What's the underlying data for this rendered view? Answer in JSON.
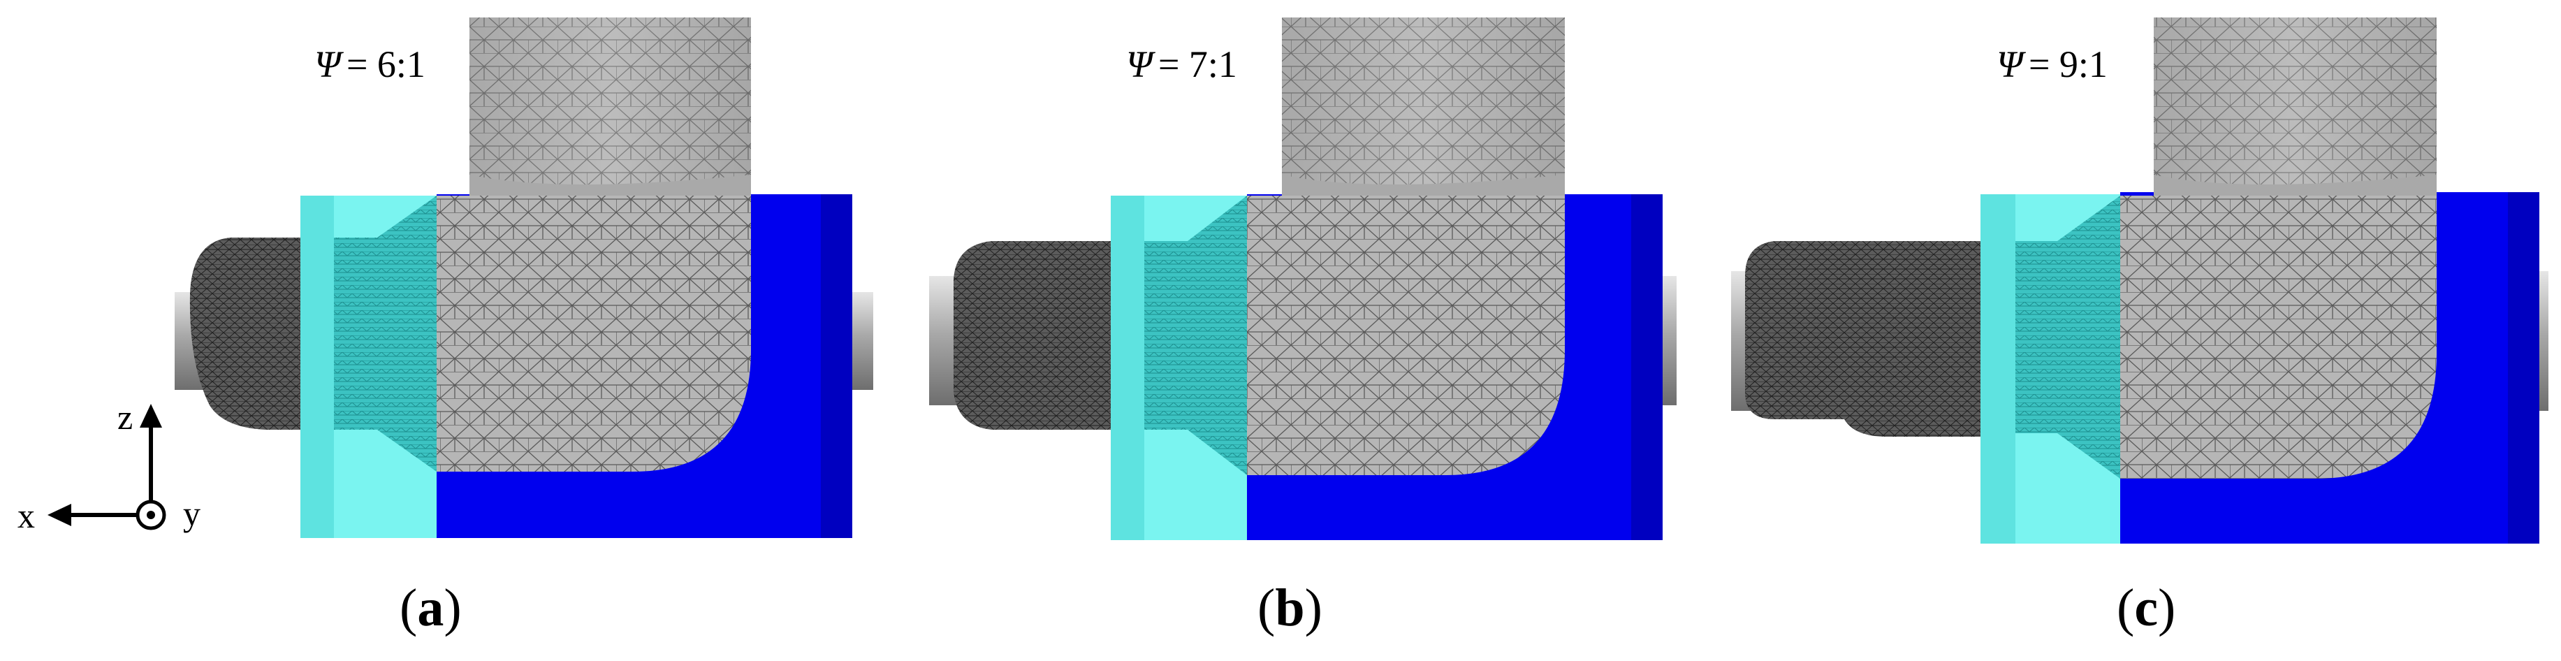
{
  "figure": {
    "panels": [
      {
        "id": "a",
        "ratio_symbol": "Ψ",
        "ratio_value": "= 6:1",
        "caption_open": "(",
        "caption_letter": "a",
        "caption_close": ")"
      },
      {
        "id": "b",
        "ratio_symbol": "Ψ",
        "ratio_value": "= 7:1",
        "caption_open": "(",
        "caption_letter": "b",
        "caption_close": ")"
      },
      {
        "id": "c",
        "ratio_symbol": "Ψ",
        "ratio_value": "= 9:1",
        "caption_open": "(",
        "caption_letter": "c",
        "caption_close": ")"
      }
    ],
    "axes": {
      "z": "z",
      "x": "x",
      "y": "y"
    },
    "colors": {
      "die_blue": "#0000ee",
      "die_blue_dark": "#0000c0",
      "die_cyan": "#7af4f0",
      "die_cyan_dark": "#5ee3e0",
      "cone_teal": "#3fc9c7",
      "mesh_grey": "#b4b4b4",
      "billet_dark": "#4a4a4a",
      "rod_grey": "#9a9a9a"
    }
  }
}
